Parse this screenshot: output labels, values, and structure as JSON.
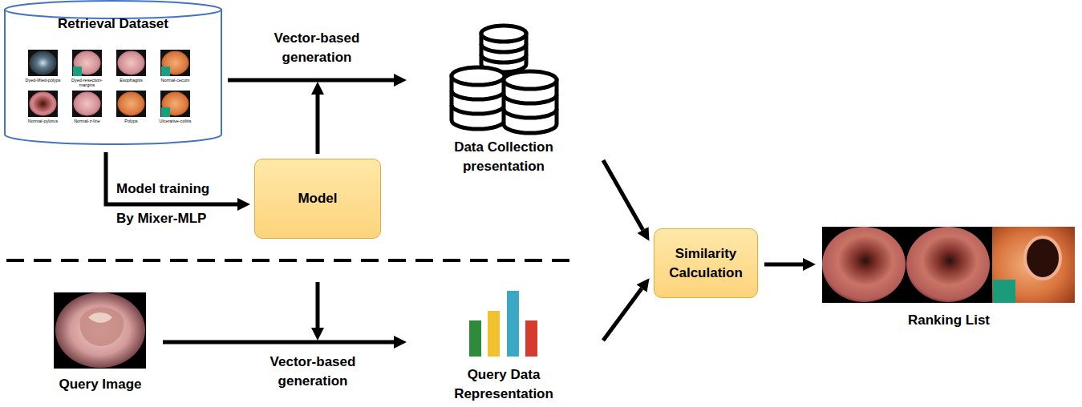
{
  "diagram": {
    "nodes": [
      {
        "text": [
          "Retrieval Dataset",
          "Dyed-lifted-polyps",
          "Dyed-resection-margins",
          "Esophagitis",
          "Normal-cecum",
          "Normal-pylorus",
          "Normal-z-line",
          "Polyps",
          "Ulcerative-colitis"
        ]
      },
      {
        "text": [
          "Data Collection presentation"
        ]
      },
      {
        "text": [
          "Model"
        ]
      },
      {
        "text": [
          "Query Image"
        ]
      },
      {
        "text": [
          "Query Data Representation"
        ]
      },
      {
        "text": [
          "Similarity Calculation"
        ]
      },
      {
        "text": [
          "Ranking List"
        ]
      }
    ],
    "edges": [
      {
        "from": 0,
        "to": 1,
        "arrow": "to",
        "label": "Vector-based generation"
      },
      {
        "from": 0,
        "to": 2,
        "arrow": "to",
        "label": "Model training"
      },
      {
        "from": 3,
        "to": 4,
        "arrow": "to",
        "label": "Vector-based generation"
      },
      {
        "from": 1,
        "to": 5,
        "arrow": "to"
      },
      {
        "from": 4,
        "to": 5,
        "arrow": "to"
      },
      {
        "from": 5,
        "to": 6,
        "arrow": "to"
      }
    ],
    "labels": [
      "By Mixer-MLP"
    ]
  }
}
